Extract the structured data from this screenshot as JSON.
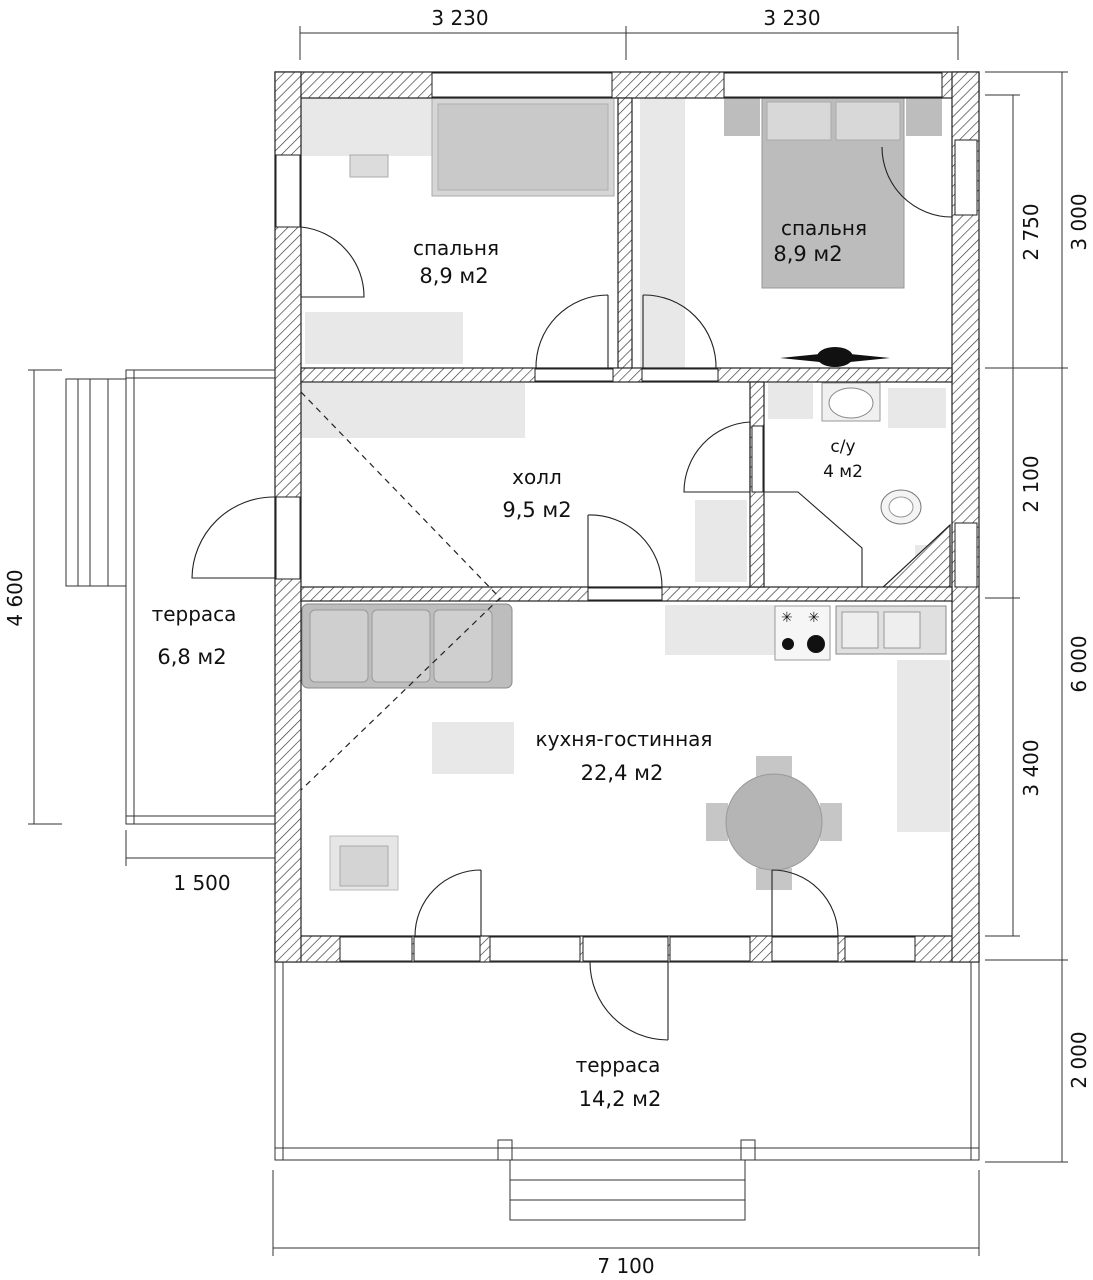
{
  "rooms": {
    "bedroom_left": {
      "name": "спальня",
      "area": "8,9 м2"
    },
    "bedroom_right": {
      "name": "спальня",
      "area": "8,9 м2"
    },
    "hall": {
      "name": "холл",
      "area": "9,5 м2"
    },
    "bathroom": {
      "name": "с/у",
      "area": "4 м2"
    },
    "living_kitchen": {
      "name": "кухня-гостинная",
      "area": "22,4 м2"
    },
    "terrace_side": {
      "name": "терраса",
      "area": "6,8 м2"
    },
    "terrace_front": {
      "name": "терраса",
      "area": "14,2 м2"
    }
  },
  "dimensions": {
    "top_left": "3 230",
    "top_right": "3 230",
    "right_inner_top": "2 750",
    "right_outer_top": "3 000",
    "right_inner_middle": "2 100",
    "right_outer_middle": "6 000",
    "right_inner_bottom": "3 400",
    "right_outer_bottom": "2 000",
    "left_side": "4 600",
    "terrace_width": "1 500",
    "bottom_total": "7 100"
  }
}
